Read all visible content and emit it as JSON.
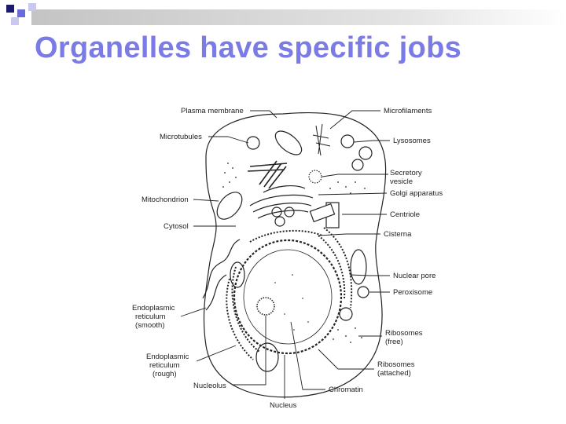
{
  "slide": {
    "title": "Organelles have specific jobs",
    "accent_color": "#7b7be6",
    "header_squares": [
      "#1a1a6e",
      "#6a6ad8",
      "#c8c8f0"
    ]
  },
  "diagram": {
    "labels": {
      "plasma_membrane": "Plasma membrane",
      "microfilaments": "Microfilaments",
      "microtubules": "Microtubules",
      "lysosomes": "Lysosomes",
      "secretory_vesicle": [
        "Secretory",
        "vesicle"
      ],
      "golgi_apparatus": "Golgi apparatus",
      "mitochondrion": "Mitochondrion",
      "centriole": "Centriole",
      "cytosol": "Cytosol",
      "cisterna": "Cisterna",
      "nuclear_pore": "Nuclear pore",
      "peroxisome": "Peroxisome",
      "er_smooth": [
        "Endoplasmic",
        "reticulum",
        "(smooth)"
      ],
      "ribosomes_free": [
        "Ribosomes",
        "(free)"
      ],
      "er_rough": [
        "Endoplasmic",
        "reticulum",
        "(rough)"
      ],
      "ribosomes_attached": [
        "Ribosomes",
        "(attached)"
      ],
      "nucleolus": "Nucleolus",
      "chromatin": "Chromatin",
      "nucleus": "Nucleus"
    }
  }
}
